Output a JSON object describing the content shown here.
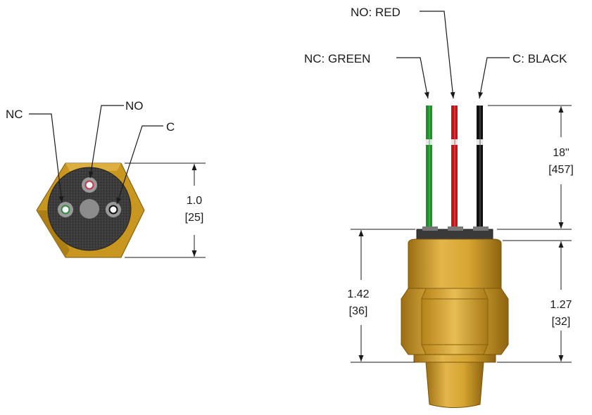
{
  "end_view": {
    "labels": {
      "nc": "NC",
      "no": "NO",
      "c": "C"
    },
    "dimension": {
      "value": "1.0",
      "metric": "[25]"
    },
    "colors": {
      "nc_terminal": "#2e8b3c",
      "no_terminal": "#c0394e",
      "c_terminal": "#111111"
    }
  },
  "side_view": {
    "wires": [
      {
        "label": "NC: GREEN",
        "color": "#1f8f2a"
      },
      {
        "label": "NO: RED",
        "color": "#c0161a"
      },
      {
        "label": "C: BLACK",
        "color": "#111111"
      }
    ],
    "dimensions": {
      "wire_length": {
        "value": "18\"",
        "metric": "[457]"
      },
      "overall": {
        "value": "1.42",
        "metric": "[36]"
      },
      "body": {
        "value": "1.27",
        "metric": "[32]"
      }
    }
  },
  "colors": {
    "brass": "#c9961f",
    "brass_dark": "#8a6210",
    "brass_light": "#e2b64a",
    "insulator": "#3a3a3a"
  }
}
